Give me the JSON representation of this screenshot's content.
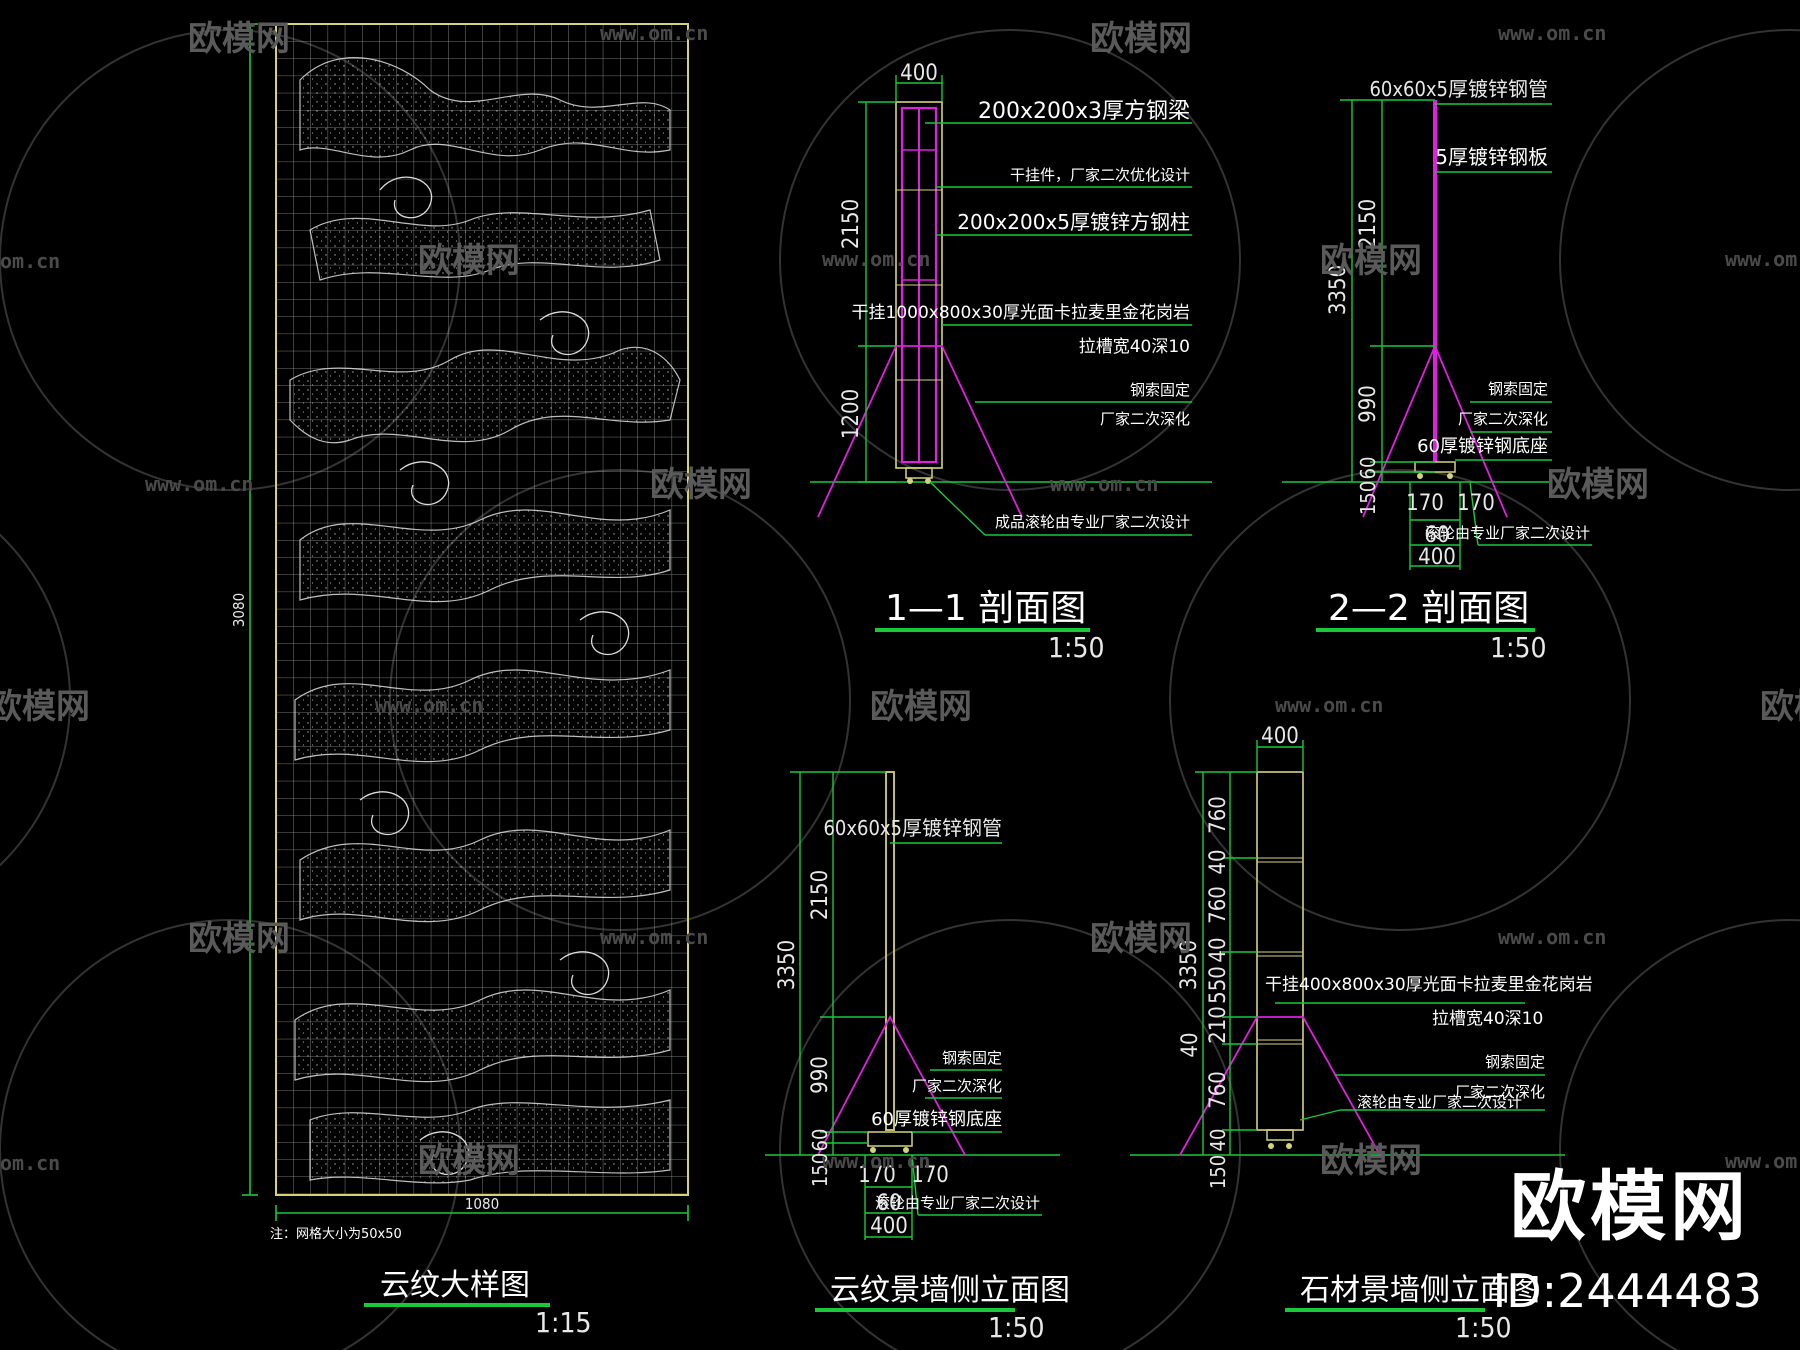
{
  "watermark": {
    "logo_text": "欧模网",
    "url_text": "www.om.cn",
    "url_fragment": "om.cn",
    "logo_fragment": "欧模网"
  },
  "brand": {
    "name": "欧模网",
    "id_label": "ID:2444483"
  },
  "colors": {
    "line_green": "#19c93a",
    "panel_yellow": "#d6d27a",
    "steel_magenta": "#e01fe0",
    "text_white": "#ffffff",
    "background": "#000000"
  },
  "drawings": {
    "cloud_detail": {
      "title": "云纹大样图",
      "scale": "1:15",
      "dim_height": "3080",
      "dim_width": "1080",
      "note": "注：网格大小为50x50"
    },
    "section_1_1": {
      "title": "1—1 剖面图",
      "scale": "1:50",
      "dim_width": "400",
      "dim_upper": "2150",
      "dim_lower": "1200",
      "labels": [
        "200x200x3厚方钢梁",
        "干挂件，厂家二次优化设计",
        "200x200x5厚镀锌方钢柱",
        "干挂1000x800x30厚光面卡拉麦里金花岗岩",
        "拉槽宽40深10",
        "钢索固定",
        "厂家二次深化",
        "成品滚轮由专业厂家二次设计"
      ]
    },
    "section_2_2": {
      "title": "2—2 剖面图",
      "scale": "1:50",
      "dim_total": "3350",
      "dim_upper": "2150",
      "dim_mid": "990",
      "dim_b1": "60",
      "dim_b2": "150",
      "dim_w1": "170",
      "dim_w2": "170",
      "dim_w3": "60",
      "dim_w4": "400",
      "labels": [
        "60x60x5厚镀锌钢管",
        "5厚镀锌钢板",
        "钢索固定",
        "厂家二次深化",
        "60厚镀锌钢底座",
        "滚轮由专业厂家二次设计"
      ]
    },
    "cloud_wall_side": {
      "title": "云纹景墙侧立面图",
      "scale": "1:50",
      "dim_total": "3350",
      "dim_upper": "2150",
      "dim_mid": "990",
      "dim_b1": "60",
      "dim_b2": "150",
      "dim_w1": "170",
      "dim_w2": "170",
      "dim_w3": "60",
      "dim_w4": "400",
      "labels": [
        "60x60x5厚镀锌钢管",
        "钢索固定",
        "厂家二次深化",
        "60厚镀锌钢底座",
        "滚轮由专业厂家二次设计"
      ]
    },
    "stone_wall_side": {
      "title": "石材景墙侧立面图",
      "scale": "1:50",
      "dim_width": "400",
      "dim_total": "3350",
      "dims_right": [
        "760",
        "40",
        "760",
        "40",
        "550",
        "210",
        "40",
        "760",
        "40",
        "150"
      ],
      "labels": [
        "干挂400x800x30厚光面卡拉麦里金花岗岩",
        "拉槽宽40深10",
        "钢索固定",
        "厂家二次深化",
        "滚轮由专业厂家二次设计"
      ]
    }
  }
}
